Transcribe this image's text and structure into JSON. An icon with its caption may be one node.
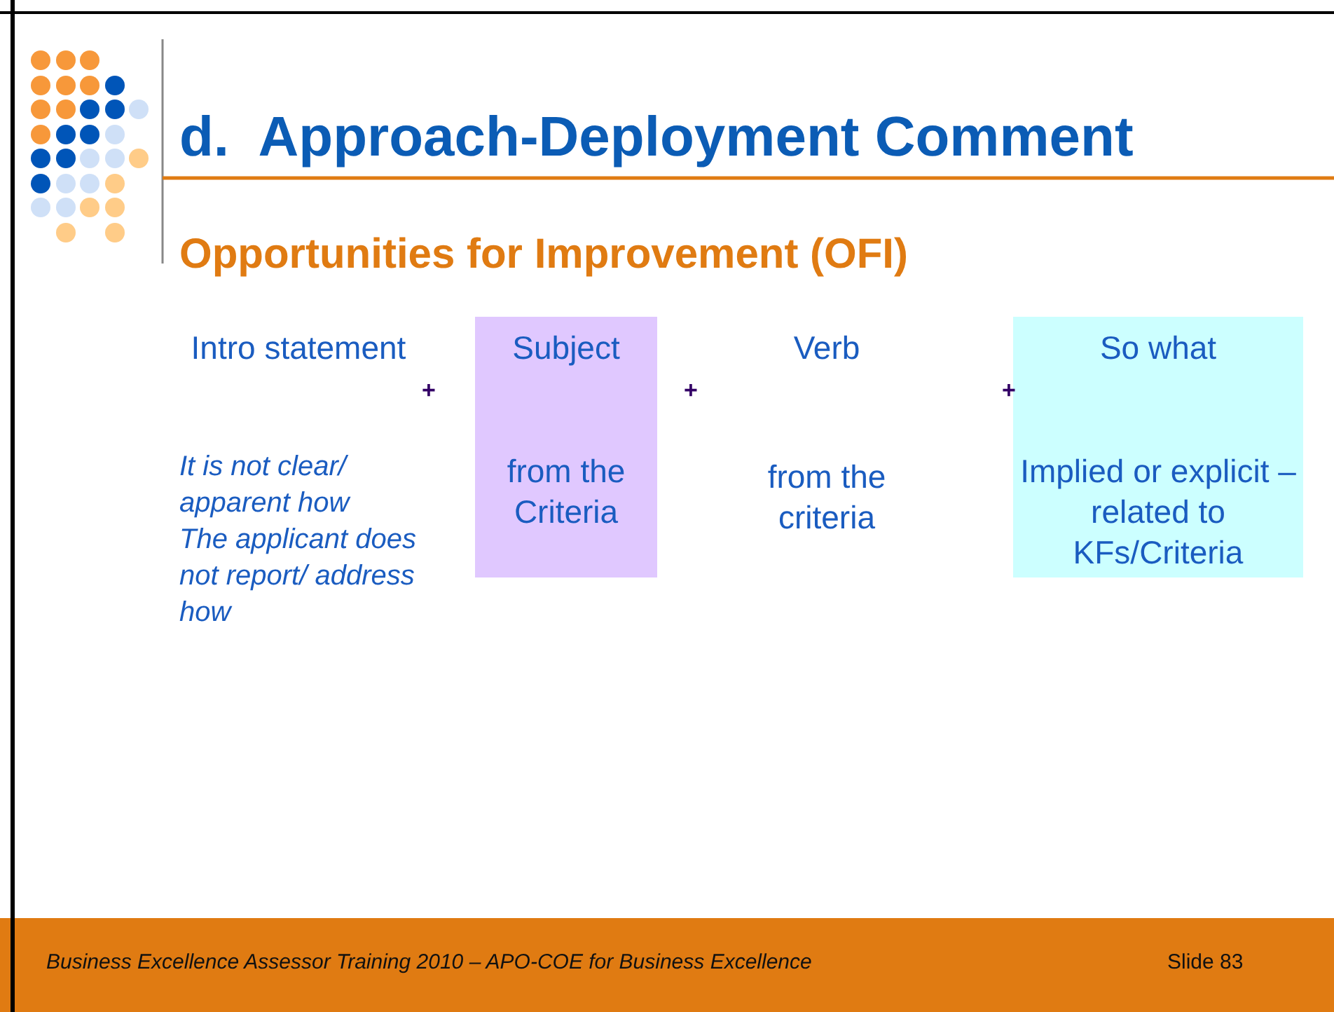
{
  "diagram": {
    "title": "d.  Approach-Deployment Comment",
    "nodes": [
      {
        "text": [
          "Subject",
          "from the Criteria"
        ]
      },
      {
        "text": [
          "So what",
          "Implied or explicit – related to KFs/Criteria"
        ]
      }
    ],
    "labels": [
      "Opportunities for Improvement (OFI)",
      "Intro statement",
      "+",
      "+",
      "Verb",
      "+",
      "It is not clear/ apparent how",
      "The applicant does not report/ address how",
      "from the criteria",
      "Business Excellence Assessor Training 2010 – APO-COE for Business Excellence",
      "Slide 83"
    ]
  }
}
